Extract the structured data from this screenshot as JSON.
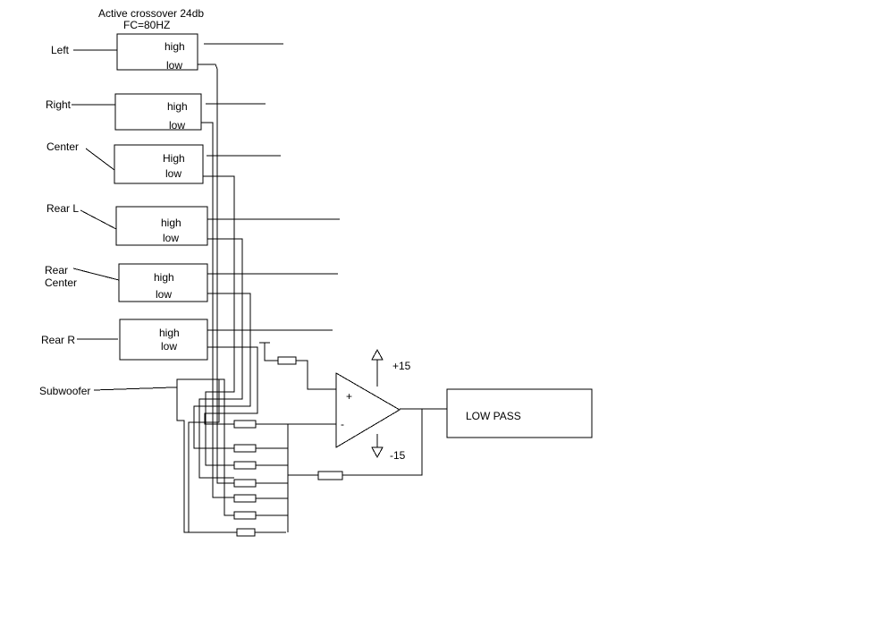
{
  "title": {
    "line1": "Active crossover 24db",
    "line2": "FC=80HZ"
  },
  "channels": [
    {
      "name": "Left",
      "high": "high",
      "low": "low"
    },
    {
      "name": "Right",
      "high": "high",
      "low": "low"
    },
    {
      "name": "Center",
      "high": "High",
      "low": "low"
    },
    {
      "name": "Rear L",
      "high": "high",
      "low": "low"
    },
    {
      "name_line1": "Rear",
      "name_line2": "Center",
      "high": "high",
      "low": "low"
    },
    {
      "name": "Rear R",
      "high": "high",
      "low": "low"
    }
  ],
  "subwoofer": "Subwoofer",
  "opamp": {
    "plus": "+",
    "minus": "-",
    "supply_pos": "+15",
    "supply_neg": "-15"
  },
  "low_pass": "LOW PASS"
}
